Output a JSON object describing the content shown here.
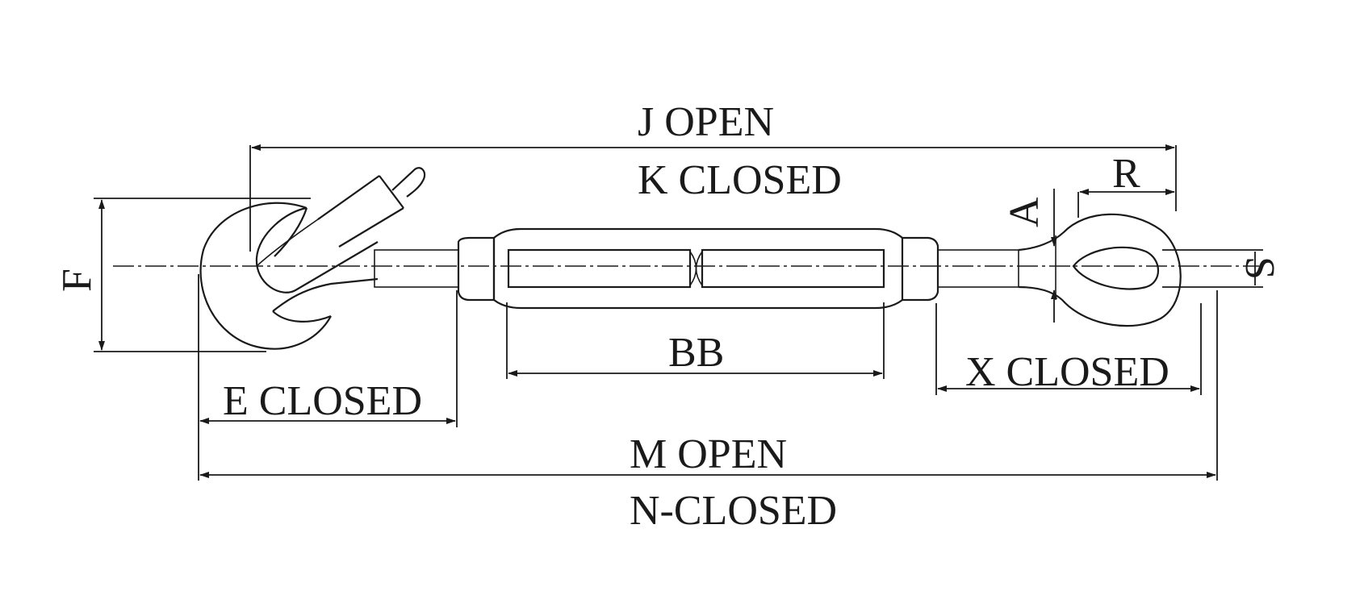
{
  "labels": {
    "j_open": "J OPEN",
    "k_closed": "K CLOSED",
    "e_closed": "E CLOSED",
    "bb": "BB",
    "x_closed": "X CLOSED",
    "m_open": "M OPEN",
    "n_closed": "N-CLOSED",
    "f": "F",
    "a": "A",
    "r": "R",
    "s": "S"
  },
  "colors": {
    "line": "#1a1a1a",
    "background": "#ffffff"
  }
}
